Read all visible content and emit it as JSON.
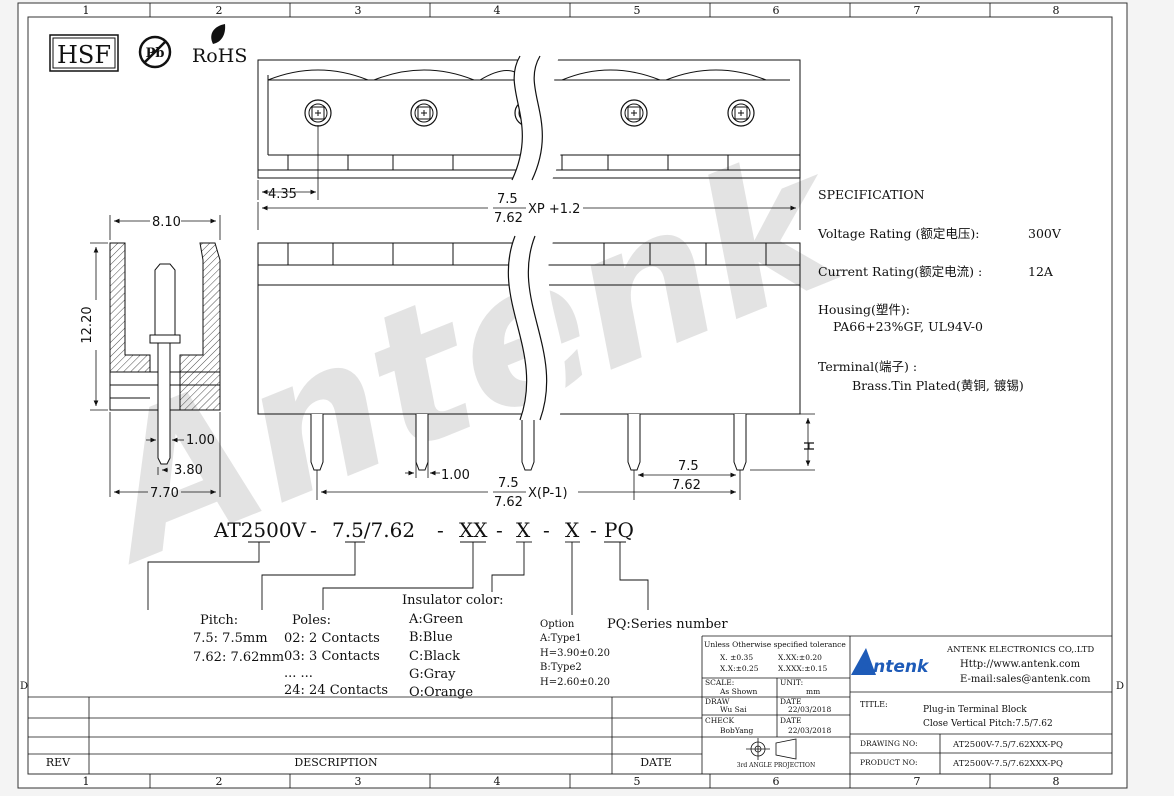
{
  "border": {
    "columns": [
      "1",
      "2",
      "3",
      "4",
      "5",
      "6",
      "7",
      "8"
    ],
    "side_label": "D"
  },
  "marks": {
    "hsf": "HSF",
    "pb": "Pb",
    "rohs": "RoHS"
  },
  "watermark": "Antenk",
  "dims": {
    "d435": "4.35",
    "pitch_a": "7.5",
    "pitch_b": "7.62",
    "xp_formula": "XP +1.2",
    "d810": "8.10",
    "d1220": "12.20",
    "d100a": "1.00",
    "d380": "3.80",
    "d770": "7.70",
    "d100b": "1.00",
    "xp1_formula": "X(P-1)",
    "bot_a": "7.5",
    "bot_b": "7.62",
    "h_label": "H"
  },
  "spec": {
    "title": "SPECIFICATION",
    "voltage_label": "Voltage Rating (额定电压):",
    "voltage_value": "300V",
    "current_label": "Current Rating(额定电流) :",
    "current_value": "12A",
    "housing_label": "Housing(塑件):",
    "housing_value": "PA66+23%GF, UL94V-0",
    "terminal_label": "Terminal(端子) :",
    "terminal_value": "Brass.Tin Plated(黄铜, 镀锡)"
  },
  "part_code": {
    "p1": "AT2500V",
    "s1": "-",
    "p2": "7.5/7.62",
    "s2": "-",
    "p3": "XX",
    "s3": "-",
    "p4": "X",
    "s4": "-",
    "p5": "X",
    "s5": "-",
    "p6": "PQ"
  },
  "legend": {
    "pitch_title": "Pitch:",
    "pitch_1": "7.5: 7.5mm",
    "pitch_2": "7.62: 7.62mm",
    "poles_title": "Poles:",
    "poles_1": "02: 2 Contacts",
    "poles_2": "03: 3 Contacts",
    "poles_dots": "... ...",
    "poles_3": "24: 24 Contacts",
    "color_title": "Insulator color:",
    "color_1": "A:Green",
    "color_2": "B:Blue",
    "color_3": "C:Black",
    "color_4": "G:Gray",
    "color_5": "O:Orange",
    "option_title": "Option",
    "option_1": "A:Type1",
    "option_2": "H=3.90±0.20",
    "option_3": "B:Type2",
    "option_4": "H=2.60±0.20",
    "series": "PQ:Series number"
  },
  "titleblock": {
    "tolerance_title": "Unless Otherwise specified tolerance",
    "tol_1": "X. ±0.35",
    "tol_2": "X.XX:±0.20",
    "tol_3": "X.X:±0.25",
    "tol_4": "X.XXX:±0.15",
    "scale_label": "SCALE:",
    "scale_value": "As Shown",
    "unit_label": "UNIT:",
    "unit_value": "mm",
    "draw_label": "DRAW",
    "draw_value": "Wu Sai",
    "date_label_1": "DATE",
    "date_value_1": "22/03/2018",
    "check_label": "CHECK",
    "check_value": "BobYang",
    "date_label_2": "DATE",
    "date_value_2": "22/03/2018",
    "projection": "3rd ANGLE PROJECTION",
    "logo": "Antenk",
    "company": "ANTENK ELECTRONICS CO,.LTD",
    "website": "Http://www.antenk.com",
    "email": "E-mail:sales@antenk.com",
    "title_label": "TITLE:",
    "title_1": "Plug-in Terminal Block",
    "title_2": "Close Vertical Pitch:7.5/7.62",
    "drawing_no_label": "DRAWING NO:",
    "drawing_no": "AT2500V-7.5/7.62XXX-PQ",
    "product_no_label": "PRODUCT NO:",
    "product_no": "AT2500V-7.5/7.62XXX-PQ",
    "rev": "REV",
    "description": "DESCRIPTION",
    "date": "DATE"
  }
}
